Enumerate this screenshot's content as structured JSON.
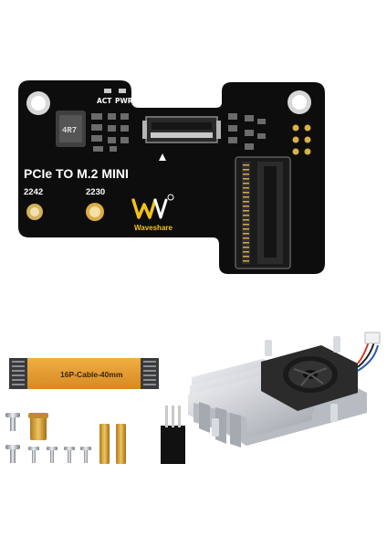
{
  "board": {
    "title": "PCIe TO M.2 MINI",
    "size_left": "2242",
    "size_right": "2230",
    "led_act": "ACT",
    "led_pwr": "PWR",
    "inductor_mark": "4R7",
    "brand": "Waveshare",
    "logo_mark": "W"
  },
  "accessories": {
    "cable_label": "16P-Cable-40mm"
  },
  "colors": {
    "pcb": "#101010",
    "gold": "#d6a84a",
    "cable": "#e69a2e",
    "heatsink": "#c9ccd1",
    "fan": "#2b2b2b"
  }
}
